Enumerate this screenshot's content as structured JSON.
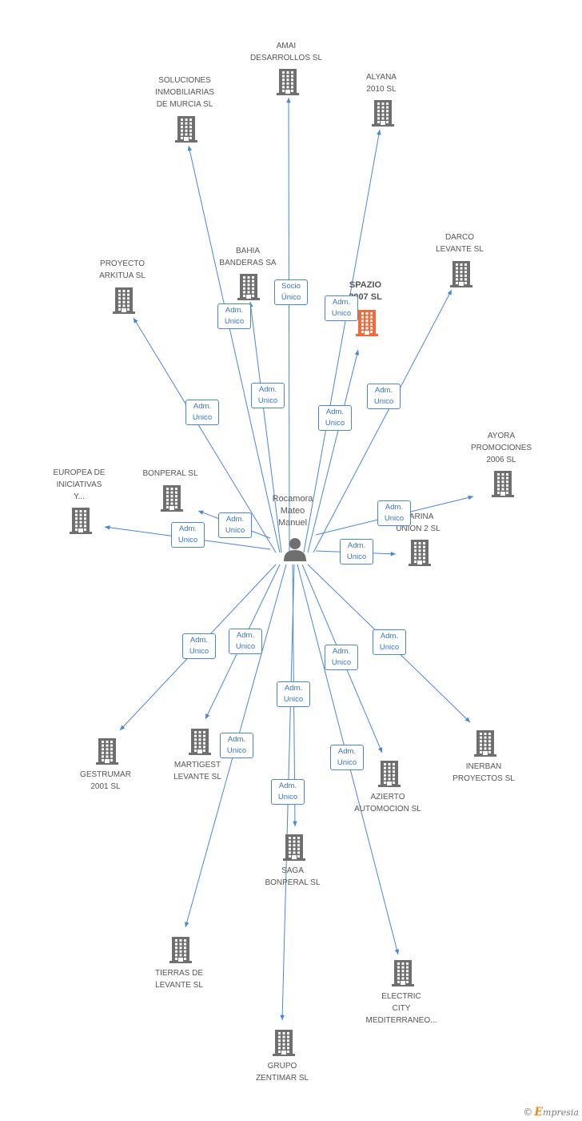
{
  "center": {
    "label": "Rocamora\nMateo\nManuel",
    "icon": "person-icon"
  },
  "colors": {
    "edge": "#4a86d8",
    "building": "#6f6f6f",
    "highlight": "#f26a3b",
    "person": "#6f6f6f"
  },
  "companies": [
    {
      "id": "amai",
      "label": "AMAI\nDESARROLLOS SL"
    },
    {
      "id": "soluciones",
      "label": "SOLUCIONES\nINMOBILIARIAS\nDE MURCIA SL"
    },
    {
      "id": "alyana",
      "label": "ALYANA\n2010 SL"
    },
    {
      "id": "bahia",
      "label": "BAHIA\nBANDERAS SA"
    },
    {
      "id": "proyecto",
      "label": "PROYECTO\nARKITUA SL"
    },
    {
      "id": "spazio",
      "label": "SPAZIO\n2007 SL",
      "highlight": true
    },
    {
      "id": "darco",
      "label": "DARCO\nLEVANTE SL"
    },
    {
      "id": "ayora",
      "label": "AYORA\nPROMOCIONES\n2006 SL"
    },
    {
      "id": "europea",
      "label": "EUROPEA DE\nINICIATIVAS\nY..."
    },
    {
      "id": "bonperal",
      "label": "BONPERAL SL"
    },
    {
      "id": "marina",
      "label": "MARINA\nUNION 2 SL"
    },
    {
      "id": "gestrumar",
      "label": "GESTRUMAR\n2001 SL"
    },
    {
      "id": "martigest",
      "label": "MARTIGEST\nLEVANTE SL"
    },
    {
      "id": "inerban",
      "label": "INERBAN\nPROYECTOS SL"
    },
    {
      "id": "azierto",
      "label": "AZIERTO\nAUTOMOCION SL"
    },
    {
      "id": "saga",
      "label": "SAGA\nBONPERAL SL"
    },
    {
      "id": "tierras",
      "label": "TIERRAS DE\nLEVANTE SL"
    },
    {
      "id": "electric",
      "label": "ELECTRIC\nCITY\nMEDITERRANEO..."
    },
    {
      "id": "grupo",
      "label": "GRUPO\nZENTIMAR SL"
    }
  ],
  "relations": [
    {
      "target": "amai",
      "label": "Socio\nÚnico"
    },
    {
      "target": "soluciones",
      "label": "Adm.\nUnico"
    },
    {
      "target": "alyana",
      "label": "Adm.\nUnico"
    },
    {
      "target": "bahia",
      "label": "Adm.\nUnico"
    },
    {
      "target": "proyecto",
      "label": "Adm.\nUnico"
    },
    {
      "target": "spazio",
      "label": "Adm.\nUnico"
    },
    {
      "target": "darco",
      "label": "Adm.\nUnico"
    },
    {
      "target": "ayora",
      "label": "Adm.\nUnico"
    },
    {
      "target": "europea",
      "label": "Adm.\nUnico"
    },
    {
      "target": "bonperal",
      "label": "Adm.\nUnico"
    },
    {
      "target": "marina",
      "label": "Adm.\nUnico"
    },
    {
      "target": "gestrumar",
      "label": "Adm.\nUnico"
    },
    {
      "target": "martigest",
      "label": "Adm.\nUnico"
    },
    {
      "target": "inerban",
      "label": "Adm.\nUnico"
    },
    {
      "target": "azierto",
      "label": "Adm.\nUnico"
    },
    {
      "target": "saga",
      "label": "Adm.\nUnico"
    },
    {
      "target": "tierras",
      "label": "Adm.\nUnico"
    },
    {
      "target": "electric",
      "label": "Adm.\nUnico"
    },
    {
      "target": "grupo",
      "label": "Adm.\nUnico"
    }
  ],
  "footer": {
    "copyright": "©",
    "brand_initial": "E",
    "brand_rest": "mpresia"
  }
}
